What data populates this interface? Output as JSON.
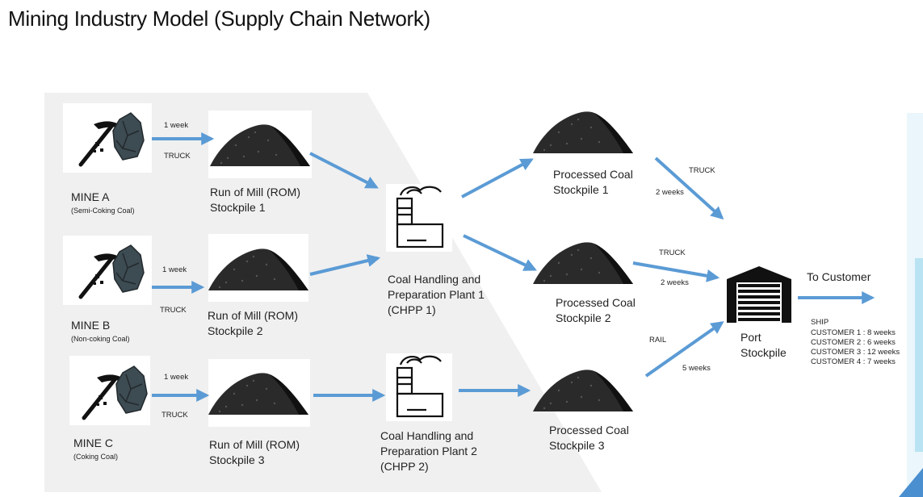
{
  "title": "Mining Industry Model (Supply Chain Network)",
  "mines": [
    {
      "name": "MINE A",
      "coal": "(Semi-Coking  Coal)"
    },
    {
      "name": "MINE B",
      "coal": "(Non-coking Coal)"
    },
    {
      "name": "MINE C",
      "coal": "(Coking Coal)"
    }
  ],
  "rom": [
    {
      "line1": "Run of Mill (ROM)",
      "line2": "Stockpile 1"
    },
    {
      "line1": "Run of Mill (ROM)",
      "line2": "Stockpile 2"
    },
    {
      "line1": "Run of Mill (ROM)",
      "line2": "Stockpile 3"
    }
  ],
  "mine_links": [
    {
      "duration": "1 week",
      "mode": "TRUCK"
    },
    {
      "duration": "1 week",
      "mode": "TRUCK"
    },
    {
      "duration": "1 week",
      "mode": "TRUCK"
    }
  ],
  "chpp": [
    {
      "line1": "Coal Handling and",
      "line2": "Preparation Plant 1",
      "line3": "(CHPP 1)"
    },
    {
      "line1": "Coal Handling and",
      "line2": "Preparation Plant 2",
      "line3": "(CHPP 2)"
    }
  ],
  "processed": [
    {
      "line1": "Processed Coal",
      "line2": "Stockpile 1"
    },
    {
      "line1": "Processed Coal",
      "line2": "Stockpile 2"
    },
    {
      "line1": "Processed Coal",
      "line2": "Stockpile 3"
    }
  ],
  "port_links": [
    {
      "mode": "TRUCK",
      "duration": "2 weeks"
    },
    {
      "mode": "TRUCK",
      "duration": "2 weeks"
    },
    {
      "mode": "RAIL",
      "duration": "5 weeks"
    }
  ],
  "port": {
    "line1": "Port",
    "line2": "Stockpile"
  },
  "customer_link": {
    "label": "To Customer",
    "mode": "SHIP"
  },
  "customers": [
    "CUSTOMER 1 : 8 weeks",
    "CUSTOMER 2 : 6 weeks",
    "CUSTOMER 3 : 12 weeks",
    "CUSTOMER 4 : 7 weeks"
  ],
  "colors": {
    "arrow": "#5b9bd5",
    "panel": "#f0f0f0",
    "coal": "#2a2a2a",
    "rock": "#3d4b52"
  }
}
